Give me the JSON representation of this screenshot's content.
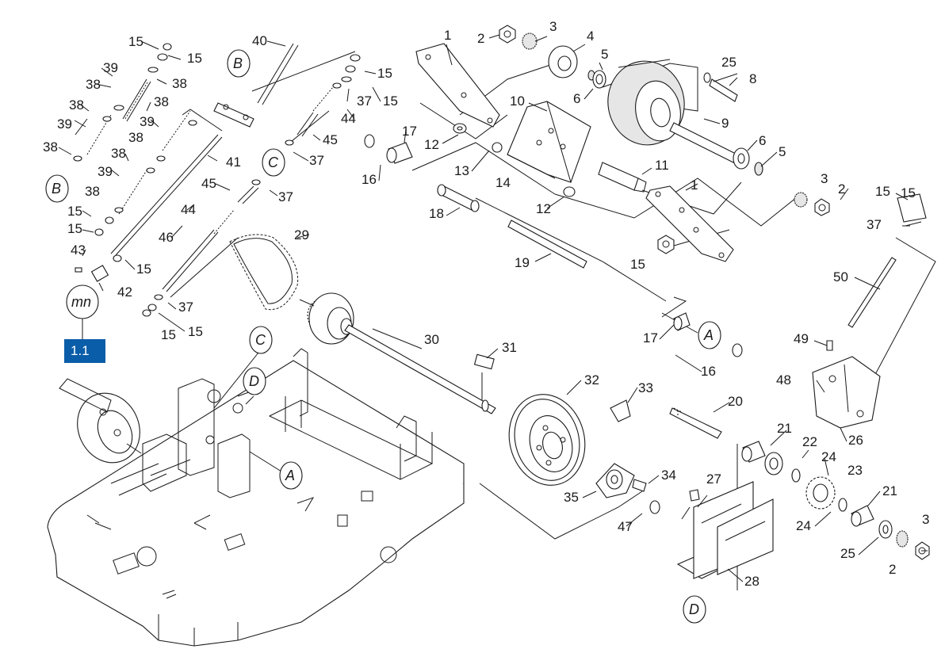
{
  "section_label": "1.1",
  "section_color": "#0a5da8",
  "reference_circles": [
    "B",
    "B",
    "C",
    "C",
    "D",
    "D",
    "A",
    "A",
    "mn"
  ],
  "part_numbers": [
    "15",
    "15",
    "15",
    "15",
    "15",
    "15",
    "15",
    "15",
    "15",
    "15",
    "15",
    "15",
    "39",
    "39",
    "39",
    "39",
    "38",
    "38",
    "38",
    "38",
    "38",
    "38",
    "38",
    "40",
    "41",
    "42",
    "43",
    "44",
    "44",
    "45",
    "45",
    "46",
    "37",
    "37",
    "37",
    "37",
    "1",
    "1",
    "2",
    "2",
    "2",
    "3",
    "3",
    "3",
    "4",
    "5",
    "5",
    "6",
    "6",
    "8",
    "9",
    "10",
    "11",
    "12",
    "12",
    "13",
    "14",
    "16",
    "16",
    "17",
    "17",
    "18",
    "19",
    "20",
    "21",
    "21",
    "22",
    "23",
    "24",
    "24",
    "25",
    "25",
    "26",
    "27",
    "28",
    "29",
    "30",
    "31",
    "32",
    "33",
    "34",
    "35",
    "47",
    "48",
    "49",
    "50"
  ]
}
